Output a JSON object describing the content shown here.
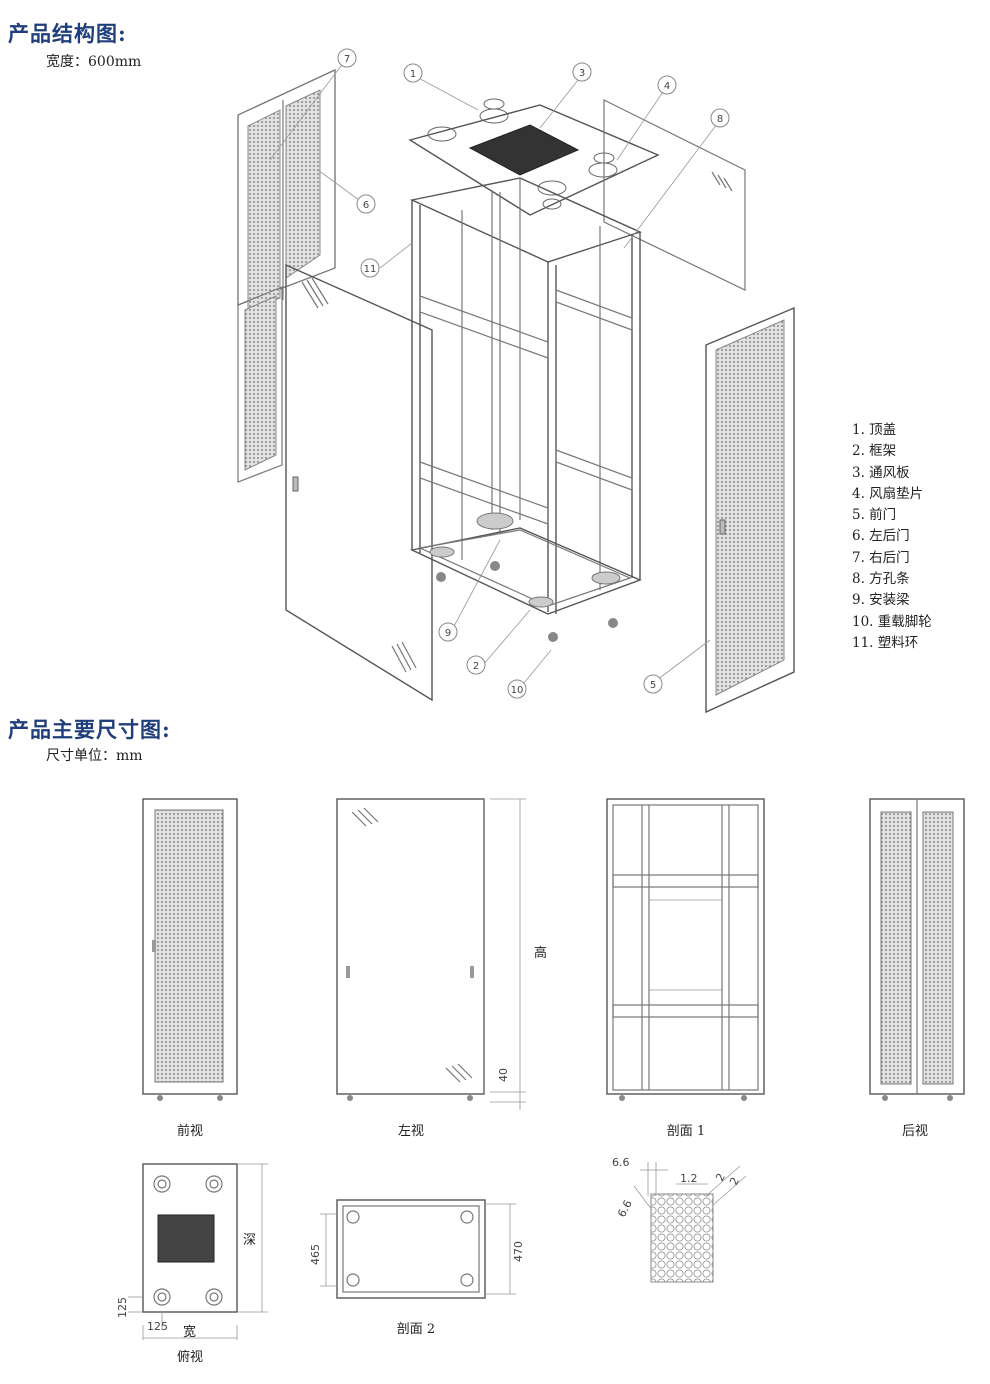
{
  "section1": {
    "title": "产品结构图:",
    "subtitle": "宽度：600mm"
  },
  "section2": {
    "title": "产品主要尺寸图:",
    "subtitle": "尺寸单位：mm"
  },
  "legend": [
    "1. 顶盖",
    "2. 框架",
    "3. 通风板",
    "4. 风扇垫片",
    "5. 前门",
    "6. 左后门",
    "7. 右后门",
    "8. 方孔条",
    "9. 安装梁",
    "10. 重载脚轮",
    "11. 塑料环"
  ],
  "callouts": [
    "1",
    "2",
    "3",
    "4",
    "5",
    "6",
    "7",
    "8",
    "9",
    "10",
    "11"
  ],
  "views": {
    "front": "前视",
    "left": "左视",
    "section1": "剖面 1",
    "back": "后视",
    "top": "俯视",
    "section2": "剖面 2"
  },
  "dims": {
    "height": "高",
    "foot": "40",
    "depth": "深",
    "width": "宽",
    "top_125_v": "125",
    "top_125_h": "125",
    "sec2_465": "465",
    "sec2_470": "470",
    "hole_6_6_a": "6.6",
    "hole_6_6_b": "6.6",
    "hole_1_2": "1.2",
    "hole_2": "2",
    "hole_2b": "2"
  }
}
